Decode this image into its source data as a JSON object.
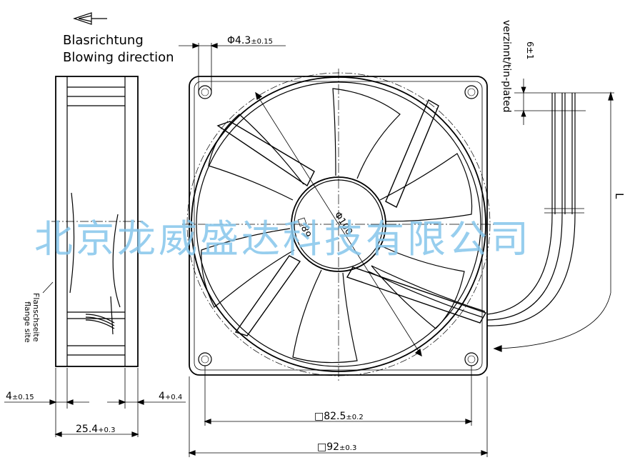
{
  "labels": {
    "blowing_de": "Blasrichtung",
    "blowing_en": "Blowing direction",
    "flange_de": "Flanschseite",
    "flange_en": "flange site",
    "tin_plated": "verzinnt/tin-plated",
    "wire_tolerance": "6±1",
    "length": "L",
    "center_square": "□89",
    "center_circle": "Φ100"
  },
  "dimensions": {
    "hole_diameter": {
      "value": "Φ4.3",
      "tolerance": "±0.15"
    },
    "flange_thickness_left": {
      "value": "4",
      "tolerance": "±0.15"
    },
    "flange_thickness_right": {
      "value": "4",
      "tolerance": "+0.4"
    },
    "frame_depth": {
      "value": "25.4",
      "tolerance": "+0.3"
    },
    "hole_spacing": {
      "value": "□82.5",
      "tolerance": "±0.2"
    },
    "frame_size": {
      "value": "□92",
      "tolerance": "±0.3"
    }
  },
  "watermark": "北京龙威盛达科技有限公司",
  "colors": {
    "line": "#000000",
    "watermark": "#86c6ec"
  }
}
